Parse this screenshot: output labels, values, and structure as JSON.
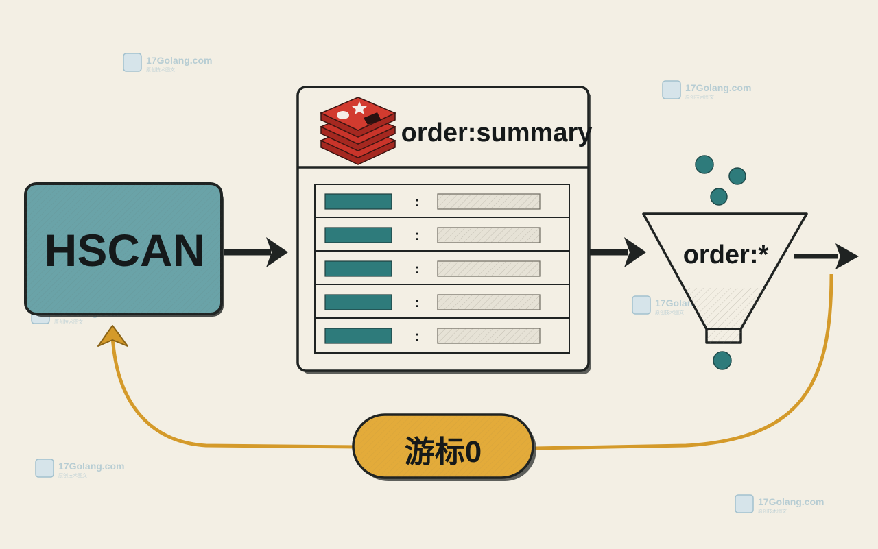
{
  "colors": {
    "background": "#f3efe4",
    "teal": "#6aa3a8",
    "teal_dark": "#2e7b7b",
    "outline": "#1f2322",
    "gold": "#e3ab3a",
    "gold_line": "#d49a2a",
    "redis_red": "#c9342a",
    "value_bar": "#e6e2d6",
    "watermark": "#8fb6c9"
  },
  "command": {
    "label": "HSCAN",
    "icon": "command-box"
  },
  "hash_table": {
    "key_name": "order:summary",
    "logo_icon": "redis-logo-icon",
    "rows": [
      {
        "field": "",
        "separator": ":",
        "value": ""
      },
      {
        "field": "",
        "separator": ":",
        "value": ""
      },
      {
        "field": "",
        "separator": ":",
        "value": ""
      },
      {
        "field": "",
        "separator": ":",
        "value": ""
      },
      {
        "field": "",
        "separator": ":",
        "value": ""
      }
    ]
  },
  "filter": {
    "pattern": "order:*",
    "icon": "funnel-icon"
  },
  "cursor": {
    "label": "游标0"
  },
  "watermark": {
    "text": "17Golang.com",
    "subtext": "原创技术图文",
    "icon": "17golang-logo-icon"
  }
}
